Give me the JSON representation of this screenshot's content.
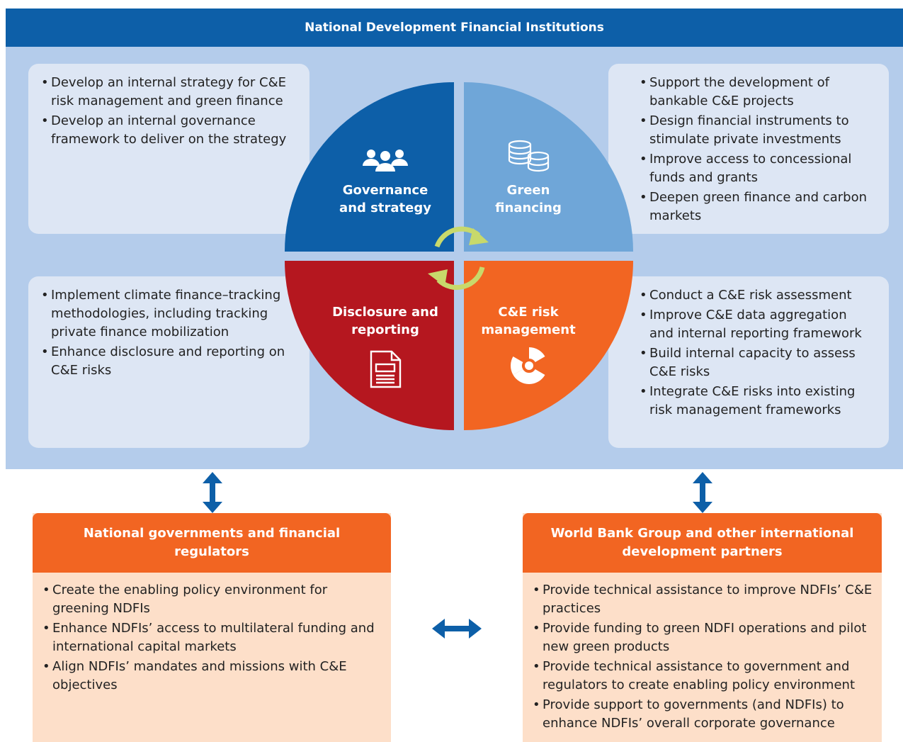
{
  "header": {
    "title": "National Development Financial Institutions"
  },
  "quadrants": {
    "governance": {
      "label_line1": "Governance",
      "label_line2": "and strategy",
      "color": "#0d5fa8",
      "icon": "people-icon"
    },
    "green": {
      "label_line1": "Green",
      "label_line2": "financing",
      "color": "#6fa6d8",
      "icon": "coins-icon"
    },
    "disclosure": {
      "label_line1": "Disclosure and",
      "label_line2": "reporting",
      "color": "#b5171f",
      "icon": "document-icon"
    },
    "risk": {
      "label_line1": "C&E risk",
      "label_line2": "management",
      "color": "#f26522",
      "icon": "hazard-icon"
    }
  },
  "cards": {
    "top_left": [
      "Develop an internal strategy for C&E risk management and green finance",
      "Develop an internal governance framework to deliver on the strategy"
    ],
    "top_right": [
      "Support the development of bankable C&E projects",
      "Design financial instruments to stimulate private investments",
      "Improve access to concessional funds and grants",
      "Deepen green finance and carbon markets"
    ],
    "bottom_left": [
      "Implement climate finance–tracking methodologies, including tracking private finance mobilization",
      "Enhance disclosure and reporting on C&E risks"
    ],
    "bottom_right": [
      "Conduct a C&E risk assessment",
      "Improve C&E data aggregation and internal reporting framework",
      "Build internal capacity to assess C&E risks",
      "Integrate C&E risks into existing risk management frameworks"
    ]
  },
  "boxes": {
    "left": {
      "title": "National governments and financial regulators",
      "items": [
        "Create the enabling policy environment for greening NDFIs",
        "Enhance NDFIs’ access to multilateral funding and international capital markets",
        "Align NDFIs’ mandates and missions with C&E objectives"
      ]
    },
    "right": {
      "title": "World Bank Group and other international development partners",
      "items": [
        "Provide technical assistance to improve NDFIs’ C&E practices",
        "Provide funding to green NDFI operations and pilot new green products",
        "Provide technical assistance to government and regulators to create enabling policy environment",
        "Provide support to governments (and NDFIs) to enhance NDFIs’ overall corporate governance"
      ]
    }
  },
  "colors": {
    "header": "#0d5fa8",
    "band": "#b4cceb",
    "card": "#dde6f4",
    "orange": "#f26522",
    "peach": "#fddfc9",
    "arrow": "#0d5fa8",
    "cycle_arrow": "#c8d96b"
  }
}
